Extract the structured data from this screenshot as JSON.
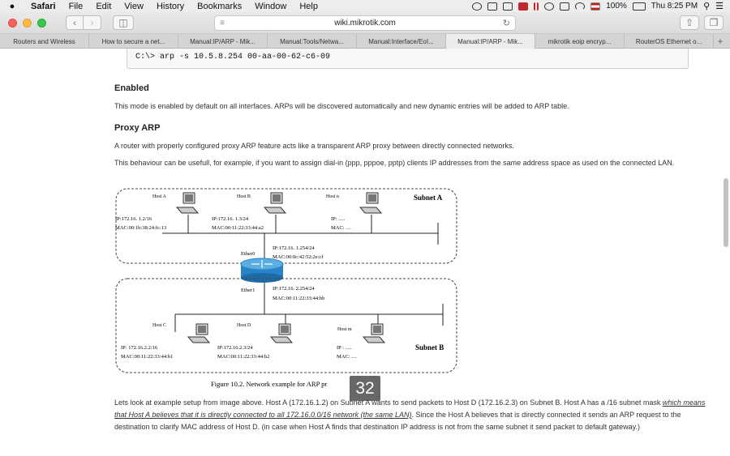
{
  "menubar": {
    "app_name": "Safari",
    "items": [
      "File",
      "Edit",
      "View",
      "History",
      "Bookmarks",
      "Window",
      "Help"
    ],
    "battery": "100%",
    "clock": "Thu 8:25 PM"
  },
  "toolbar": {
    "url": "wiki.mikrotik.com"
  },
  "tabs": [
    "Routers and Wireless",
    "How to secure a net...",
    "Manual:IP/ARP - Mik...",
    "Manual:Tools/Netwa...",
    "Manual:Interface/EoI...",
    "Manual:IP/ARP - Mik...",
    "mikrotik eoip encryp...",
    "RouterOS Ethernet o..."
  ],
  "active_tab_index": 5,
  "article": {
    "code_line": "C:\\> arp -s 10.5.8.254  00-aa-00-62-c6-09",
    "enabled_heading": "Enabled",
    "enabled_text": "This mode is enabled by default on all interfaces. ARPs will be discovered automatically and new dynamic entries will be added to ARP table.",
    "proxy_heading": "Proxy ARP",
    "proxy_text1": "A router with properly configured proxy ARP feature acts like a transparent ARP proxy between directly connected networks.",
    "proxy_text2": "This behaviour can be usefull, for example, if you want to assign dial-in (ppp, pppoe, pptp) clients IP addresses from the same address space as used on the connected LAN.",
    "para_start": "Lets look at example setup from image above. Host A (172.16.1.2) on Subnet A wants to send packets to Host D (172.16.2.3) on Subnet B. Host A has a /16 subnet mask ",
    "para_em": "which means that Host A believes that it is directly connected to all 172.16.0.0/16 network (the same LAN)",
    "para_rest": ". Since the Host A believes that is directly connected it sends an ARP request to the destination to clarify MAC address of Host D. (in case when Host A finds that destination IP address is not from the same subnet it send packet to default gateway.)"
  },
  "diagram": {
    "subnet_a": "Subnet A",
    "subnet_b": "Subnet B",
    "host_a": {
      "name": "Host A",
      "ip": "IP:172.16. 1.2/16",
      "mac": "MAC:00:1b:38:24:fc:13"
    },
    "host_b": {
      "name": "Host B",
      "ip": "IP:172.16. 1.3/24",
      "mac": "MAC:00:11:22:33:44:a2"
    },
    "host_n": {
      "name": "Host n",
      "ip": "IP: .....",
      "mac": "MAC: ...."
    },
    "host_c": {
      "name": "Host C",
      "ip": "IP: 172.16.2.2/16",
      "mac": "MAC:00:11:22:33:44:b1"
    },
    "host_d": {
      "name": "Host D",
      "ip": "IP:172.16.2.3/24",
      "mac": "MAC:00:11:22:33:44:b2"
    },
    "host_m": {
      "name": "Host m",
      "ip": "IP : .....",
      "mac": "MAC: ...."
    },
    "ether0": {
      "name": "Ether0",
      "ip": "IP:172.16. 1.254/24",
      "mac": "MAC:00:0c:42:52:2e:cf"
    },
    "ether1": {
      "name": "Ether1",
      "ip": "IP:172.16. 2.254/24",
      "mac": "MAC:00:11:22:33:44:bb"
    },
    "caption": "Figure 10.2. Network example for ARP pr"
  },
  "overlay_badge": "32"
}
